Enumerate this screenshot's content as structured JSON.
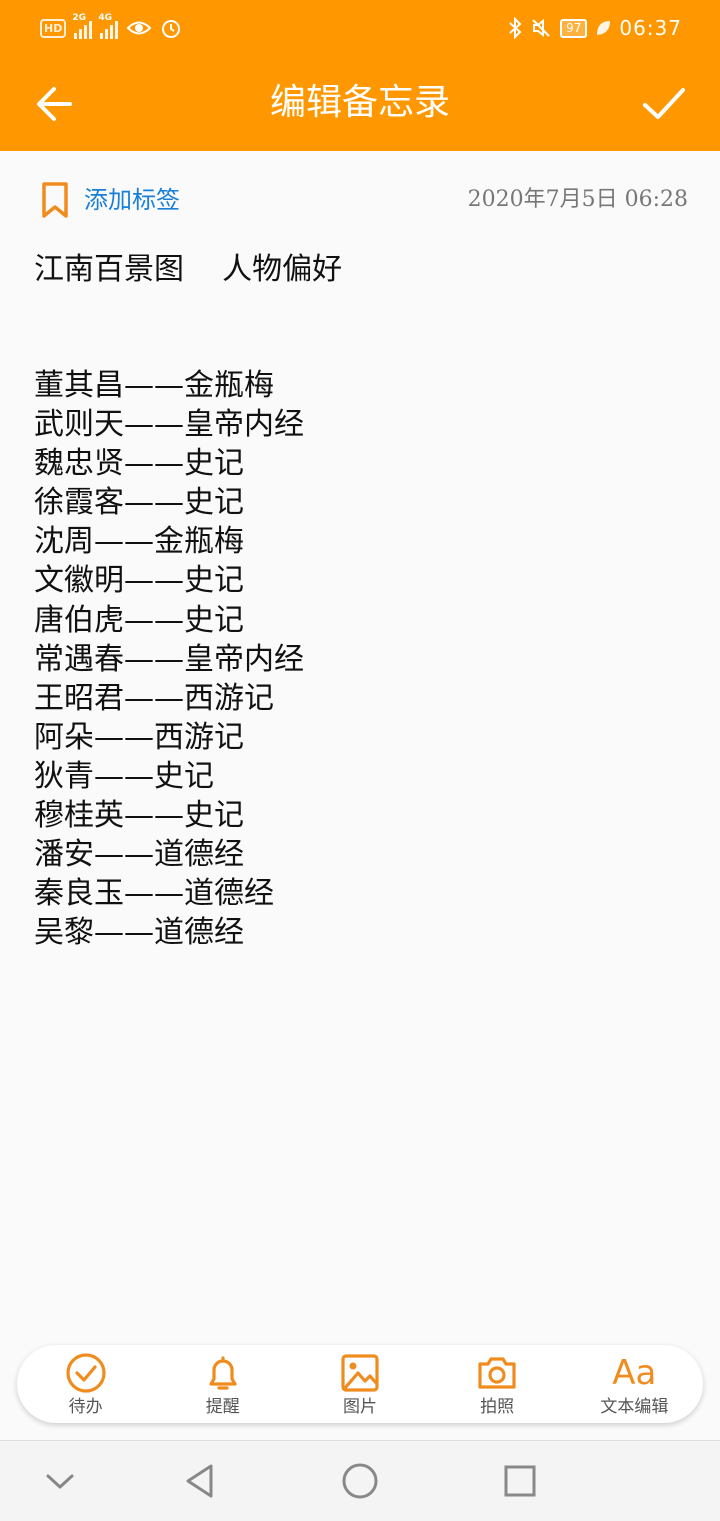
{
  "status_bar": {
    "hd_label": "HD",
    "sim1_network": "2G",
    "sim2_network": "4G",
    "battery_level": "97",
    "time": "06:37"
  },
  "header": {
    "title": "编辑备忘录",
    "back_icon": "arrow-left-icon",
    "done_icon": "check-icon",
    "background": "#ff9800"
  },
  "meta": {
    "add_tag_label": "添加标签",
    "timestamp": "2020年7月5日  06:28",
    "accent": "#1a7fd6"
  },
  "note": {
    "title": "江南百景图    人物偏好",
    "lines": [
      "董其昌——金瓶梅",
      "武则天——皇帝内经",
      "魏忠贤——史记",
      "徐霞客——史记",
      "沈周——金瓶梅",
      "文徽明——史记",
      "唐伯虎——史记",
      "常遇春——皇帝内经",
      "王昭君——西游记",
      "阿朵——西游记",
      "狄青——史记",
      "穆桂英——史记",
      "潘安——道德经",
      "秦良玉——道德经",
      "吴黎——道德经"
    ]
  },
  "toolbar": {
    "todo": "待办",
    "reminder": "提醒",
    "image": "图片",
    "camera": "拍照",
    "text_edit": "文本编辑",
    "text_edit_glyph": "Aa",
    "icon_color": "#f08c1e"
  },
  "navbar": {
    "icons": [
      "chevron-down-icon",
      "back-triangle-icon",
      "home-circle-icon",
      "recents-square-icon"
    ]
  }
}
